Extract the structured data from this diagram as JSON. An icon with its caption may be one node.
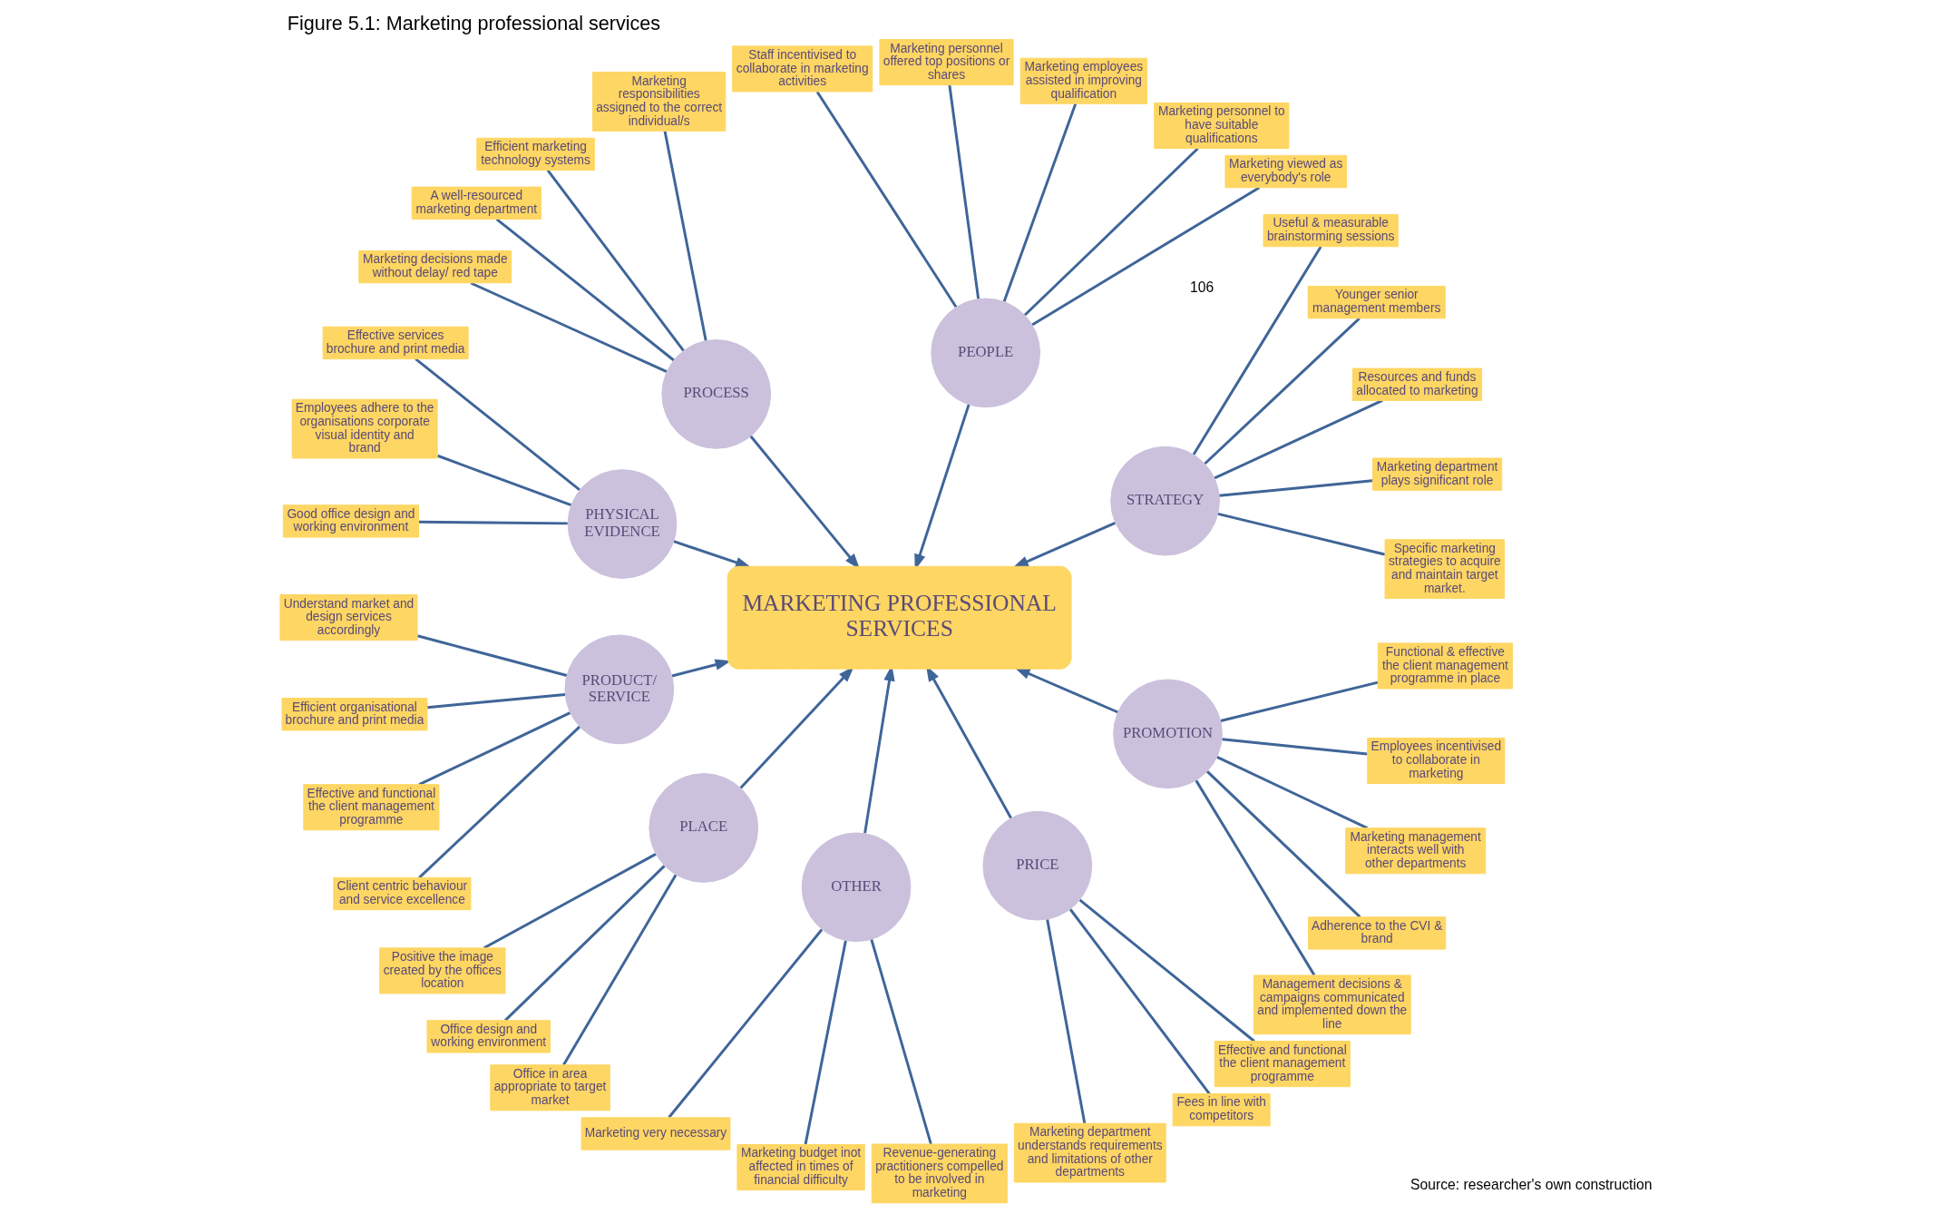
{
  "diagram": {
    "title": "Figure 5.1: Marketing professional services",
    "nodes": [
      {
        "text": [
          "MARKETING PROFESSIONAL SERVICES"
        ]
      },
      {
        "text": [
          "STRATEGY"
        ]
      },
      {
        "text": [
          "Specific marketing strategies to acquire and maintain target market."
        ]
      },
      {
        "text": [
          "Marketing department plays significant role"
        ]
      },
      {
        "text": [
          "Resources and funds allocated to marketing"
        ]
      },
      {
        "text": [
          "Younger senior management members"
        ]
      },
      {
        "text": [
          "Useful & measurable brainstorming sessions"
        ]
      },
      {
        "text": [
          "PEOPLE"
        ]
      },
      {
        "text": [
          "Marketing viewed as everybody's role"
        ]
      },
      {
        "text": [
          "Marketing personnel to have suitable qualifications"
        ]
      },
      {
        "text": [
          "Marketing employees assisted in improving qualification"
        ]
      },
      {
        "text": [
          "Marketing personnel offered top positions or shares"
        ]
      },
      {
        "text": [
          "Staff incentivised to collaborate in marketing activities"
        ]
      },
      {
        "text": [
          "PROCESS"
        ]
      },
      {
        "text": [
          "Marketing responsibilities assigned to the correct individual/s"
        ]
      },
      {
        "text": [
          "Efficient marketing technology systems"
        ]
      },
      {
        "text": [
          "A well-resourced marketing department"
        ]
      },
      {
        "text": [
          "Marketing decisions made without delay/ red tape"
        ]
      },
      {
        "text": [
          "PHYSICAL EVIDENCE"
        ]
      },
      {
        "text": [
          "Effective services brochure and print media"
        ]
      },
      {
        "text": [
          "Employees adhere to the organisations corporate visual identity and brand"
        ]
      },
      {
        "text": [
          "Good office design and working environment"
        ]
      },
      {
        "text": [
          "PRODUCT/ SERVICE"
        ]
      },
      {
        "text": [
          "Understand market and design services accordingly"
        ]
      },
      {
        "text": [
          "Efficient organisational brochure and print media"
        ]
      },
      {
        "text": [
          "Effective and functional the client management programme"
        ]
      },
      {
        "text": [
          "Client centric behaviour and service excellence"
        ]
      },
      {
        "text": [
          "PLACE"
        ]
      },
      {
        "text": [
          "Positive the image created by the offices location"
        ]
      },
      {
        "text": [
          "Office design and working environment"
        ]
      },
      {
        "text": [
          "Office in area appropriate to target market"
        ]
      },
      {
        "text": [
          "OTHER"
        ]
      },
      {
        "text": [
          "Marketing very necessary"
        ]
      },
      {
        "text": [
          "Marketing budget inot affected in times of financial difficulty"
        ]
      },
      {
        "text": [
          "Revenue-generating practitioners compelled to be involved in marketing"
        ]
      },
      {
        "text": [
          "PRICE"
        ]
      },
      {
        "text": [
          "Marketing department understands requirements and limitations of other departments"
        ]
      },
      {
        "text": [
          "Fees in line with competitors"
        ]
      },
      {
        "text": [
          "Effective and functional the client management programme"
        ]
      },
      {
        "text": [
          "PROMOTION"
        ]
      },
      {
        "text": [
          "Management decisions & campaigns communicated and implemented down the line"
        ]
      },
      {
        "text": [
          "Adherence to the CVI & brand"
        ]
      },
      {
        "text": [
          "Marketing management interacts well with other departments"
        ]
      },
      {
        "text": [
          "Employees incentivised to collaborate in marketing"
        ]
      },
      {
        "text": [
          "Functional & effective the client management programme in place"
        ]
      }
    ],
    "edges": [
      {
        "from": 1,
        "to": 0,
        "arrow": "to"
      },
      {
        "from": 1,
        "to": 2,
        "arrow": "none"
      },
      {
        "from": 1,
        "to": 3,
        "arrow": "none"
      },
      {
        "from": 1,
        "to": 4,
        "arrow": "none"
      },
      {
        "from": 1,
        "to": 5,
        "arrow": "none"
      },
      {
        "from": 1,
        "to": 6,
        "arrow": "none"
      },
      {
        "from": 7,
        "to": 0,
        "arrow": "to"
      },
      {
        "from": 7,
        "to": 8,
        "arrow": "none"
      },
      {
        "from": 7,
        "to": 9,
        "arrow": "none"
      },
      {
        "from": 7,
        "to": 10,
        "arrow": "none"
      },
      {
        "from": 7,
        "to": 11,
        "arrow": "none"
      },
      {
        "from": 7,
        "to": 12,
        "arrow": "none"
      },
      {
        "from": 13,
        "to": 0,
        "arrow": "to"
      },
      {
        "from": 13,
        "to": 14,
        "arrow": "none"
      },
      {
        "from": 13,
        "to": 15,
        "arrow": "none"
      },
      {
        "from": 13,
        "to": 16,
        "arrow": "none"
      },
      {
        "from": 13,
        "to": 17,
        "arrow": "none"
      },
      {
        "from": 18,
        "to": 0,
        "arrow": "to"
      },
      {
        "from": 18,
        "to": 19,
        "arrow": "none"
      },
      {
        "from": 18,
        "to": 20,
        "arrow": "none"
      },
      {
        "from": 18,
        "to": 21,
        "arrow": "none"
      },
      {
        "from": 22,
        "to": 0,
        "arrow": "to"
      },
      {
        "from": 22,
        "to": 23,
        "arrow": "none"
      },
      {
        "from": 22,
        "to": 24,
        "arrow": "none"
      },
      {
        "from": 22,
        "to": 25,
        "arrow": "none"
      },
      {
        "from": 22,
        "to": 26,
        "arrow": "none"
      },
      {
        "from": 27,
        "to": 0,
        "arrow": "to"
      },
      {
        "from": 27,
        "to": 28,
        "arrow": "none"
      },
      {
        "from": 27,
        "to": 29,
        "arrow": "none"
      },
      {
        "from": 27,
        "to": 30,
        "arrow": "none"
      },
      {
        "from": 31,
        "to": 0,
        "arrow": "to"
      },
      {
        "from": 31,
        "to": 32,
        "arrow": "none"
      },
      {
        "from": 31,
        "to": 33,
        "arrow": "none"
      },
      {
        "from": 31,
        "to": 34,
        "arrow": "none"
      },
      {
        "from": 35,
        "to": 0,
        "arrow": "to"
      },
      {
        "from": 35,
        "to": 36,
        "arrow": "none"
      },
      {
        "from": 35,
        "to": 37,
        "arrow": "none"
      },
      {
        "from": 35,
        "to": 38,
        "arrow": "none"
      },
      {
        "from": 39,
        "to": 0,
        "arrow": "to"
      },
      {
        "from": 39,
        "to": 40,
        "arrow": "none"
      },
      {
        "from": 39,
        "to": 41,
        "arrow": "none"
      },
      {
        "from": 39,
        "to": 42,
        "arrow": "none"
      },
      {
        "from": 39,
        "to": 43,
        "arrow": "none"
      },
      {
        "from": 39,
        "to": 44,
        "arrow": "none"
      }
    ],
    "labels": [
      "Source: researcher's own construction",
      "106"
    ]
  }
}
